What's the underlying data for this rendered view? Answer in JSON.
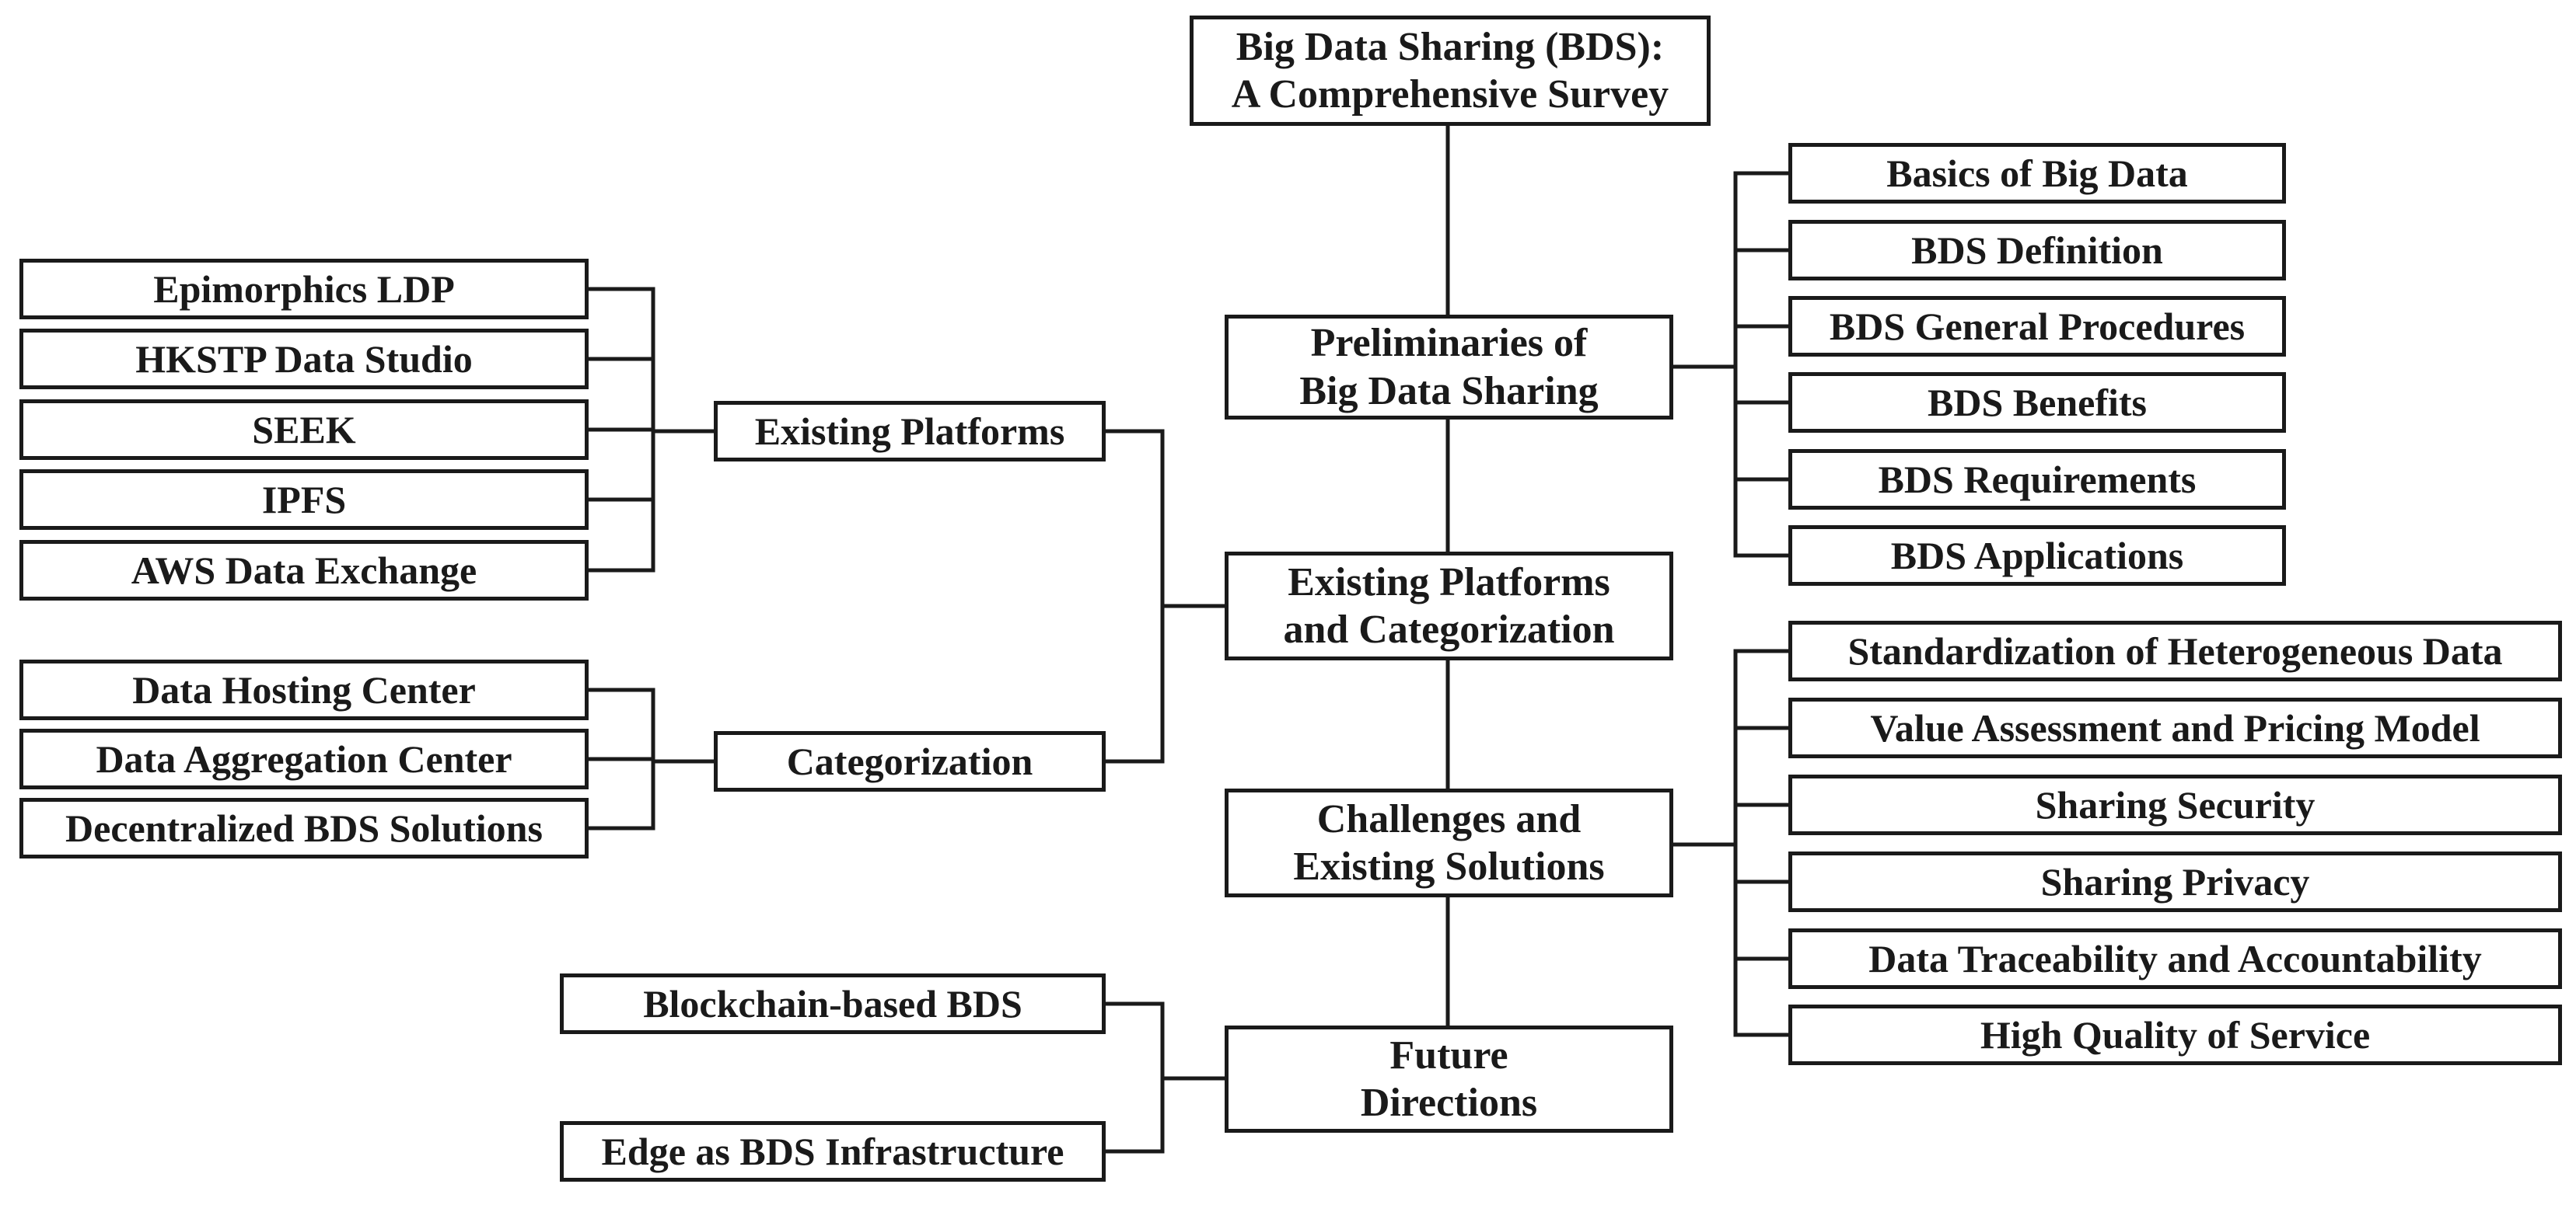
{
  "root": [
    "Big Data Sharing (BDS):",
    "A Comprehensive Survey"
  ],
  "main": {
    "preliminaries": [
      "Preliminaries of",
      "Big Data Sharing"
    ],
    "platforms_categorization": [
      "Existing Platforms",
      "and Categorization"
    ],
    "challenges": [
      "Challenges and",
      "Existing Solutions"
    ],
    "future": [
      "Future",
      "Directions"
    ]
  },
  "preliminaries_items": [
    "Basics of Big Data",
    "BDS Definition",
    "BDS General Procedures",
    "BDS Benefits",
    "BDS Requirements",
    "BDS Applications"
  ],
  "challenges_items": [
    "Standardization of Heterogeneous Data",
    "Value Assessment and Pricing Model",
    "Sharing Security",
    "Sharing Privacy",
    "Data Traceability and Accountability",
    "High Quality of Service"
  ],
  "existing_platforms": {
    "label": "Existing Platforms",
    "items": [
      "Epimorphics LDP",
      "HKSTP Data Studio",
      "SEEK",
      "IPFS",
      "AWS Data Exchange"
    ]
  },
  "categorization": {
    "label": "Categorization",
    "items": [
      "Data Hosting Center",
      "Data Aggregation Center",
      "Decentralized BDS Solutions"
    ]
  },
  "future_items": [
    "Blockchain-based BDS",
    "Edge as BDS Infrastructure"
  ]
}
